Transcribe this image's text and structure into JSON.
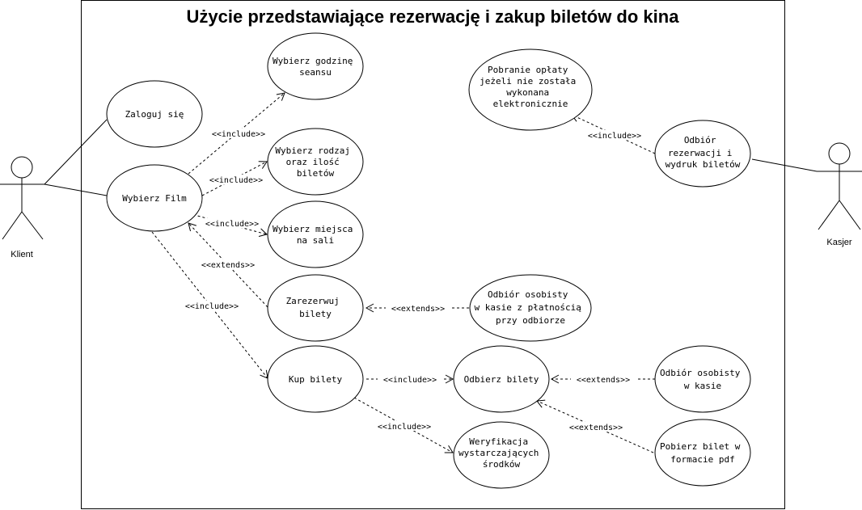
{
  "diagram": {
    "title": "Użycie przedstawiające rezerwację i zakup biletów do kina",
    "actors": {
      "client": "Klient",
      "cashier": "Kasjer"
    },
    "use_cases": {
      "login": [
        "Zaloguj się"
      ],
      "select_film": [
        "Wybierz Film"
      ],
      "select_time": [
        "Wybierz godzinę",
        "seansu"
      ],
      "select_type": [
        "Wybierz rodzaj",
        "oraz ilość",
        "biletów"
      ],
      "select_seats": [
        "Wybierz miejsca",
        "na sali"
      ],
      "reserve": [
        "Zarezerwuj",
        "bilety"
      ],
      "buy": [
        "Kup bilety"
      ],
      "pickup": [
        "Odbierz bilety"
      ],
      "verify": [
        "Weryfikacja",
        "wystarczających",
        "środków"
      ],
      "pickup_pay": [
        "Odbiór osobisty",
        "w kasie z płatnością",
        "przy odbiorze"
      ],
      "pickup_cash": [
        "Odbiór osobisty",
        "w kasie"
      ],
      "download_pdf": [
        "Pobierz bilet w",
        "formacie pdf"
      ],
      "payment": [
        "Pobranie opłaty",
        "jeżeli nie została",
        "wykonana",
        "elektronicznie"
      ],
      "cashier_pickup": [
        "Odbiór",
        "rezerwacji i",
        "wydruk biletów"
      ]
    },
    "relation_labels": {
      "include": "<<include>>",
      "extends": "<<extends>>"
    }
  }
}
